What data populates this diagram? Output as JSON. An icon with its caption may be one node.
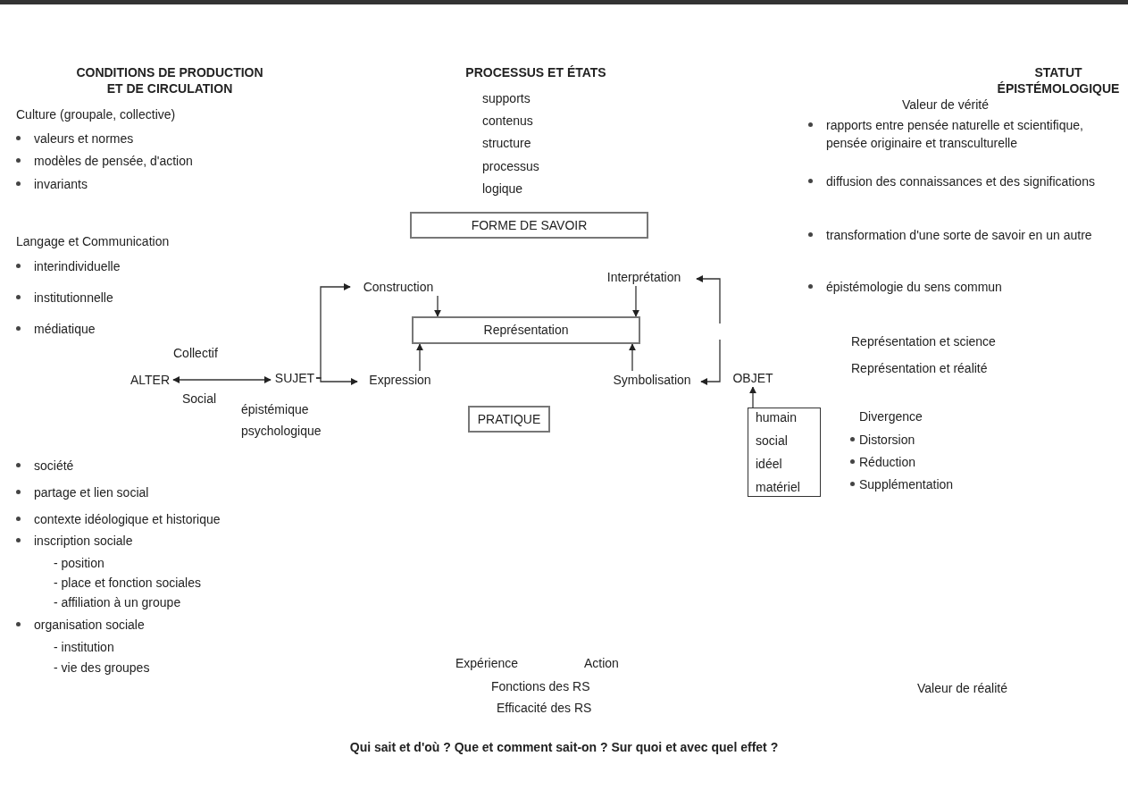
{
  "diagram": {
    "caption": "Qui sait et d'où ? Que et comment sait-on ? Sur quoi et avec quel effet ?",
    "nodes": [
      {
        "text": [
          "FORME DE SAVOIR"
        ]
      },
      {
        "text": [
          "Construction"
        ]
      },
      {
        "text": [
          "Interprétation"
        ]
      },
      {
        "text": [
          "Représentation"
        ]
      },
      {
        "text": [
          "Expression"
        ]
      },
      {
        "text": [
          "Symbolisation"
        ]
      },
      {
        "text": [
          "PRATIQUE"
        ]
      },
      {
        "text": [
          "ALTER"
        ]
      },
      {
        "text": [
          "SUJET"
        ]
      },
      {
        "text": [
          "OBJET"
        ]
      },
      {
        "text": [
          "humain",
          "social",
          "idéel",
          "matériel"
        ]
      }
    ],
    "edges": [
      {
        "from": 7,
        "to": 8,
        "arrow": "both"
      },
      {
        "from": 8,
        "to": 1,
        "arrow": "to"
      },
      {
        "from": 8,
        "to": 4,
        "arrow": "to"
      },
      {
        "from": 1,
        "to": 3,
        "arrow": "to"
      },
      {
        "from": 2,
        "to": 3,
        "arrow": "to"
      },
      {
        "from": 4,
        "to": 3,
        "arrow": "to"
      },
      {
        "from": 5,
        "to": 3,
        "arrow": "to"
      },
      {
        "from": null,
        "to": 2,
        "arrow": "to"
      },
      {
        "from": null,
        "to": 5,
        "arrow": "to"
      },
      {
        "from": 10,
        "to": 9,
        "arrow": "to"
      }
    ],
    "labels": [
      "CONDITIONS DE PRODUCTION ET DE CIRCULATION",
      "Culture (groupale, collective)",
      "valeurs et normes",
      "modèles de pensée, d'action",
      "invariants",
      "Langage et Communication",
      "interindividuelle",
      "institutionnelle",
      "médiatique",
      "Collectif",
      "Social",
      "épistémique",
      "psychologique",
      "société",
      "partage et lien social",
      "contexte idéologique et historique",
      "inscription sociale",
      "- position",
      "- place et fonction sociales",
      "- affiliation à un groupe",
      "organisation sociale",
      "- institution",
      "- vie des groupes",
      "PROCESSUS ET ÉTATS",
      "supports",
      "contenus",
      "structure",
      "processus",
      "logique",
      "Expérience",
      "Action",
      "Fonctions des RS",
      "Efficacité des RS",
      "STATUT ÉPISTÉMOLOGIQUE",
      "Valeur de vérité",
      "rapports entre pensée naturelle et scientifique, pensée originaire et transculturelle",
      "diffusion des connaissances  et des significations",
      "transformation d'une sorte de savoir en un autre",
      "épistémologie du sens commun",
      "Représentation  et science",
      "Représentation  et réalité",
      "Divergence",
      "Distorsion",
      "Réduction",
      "Supplémentation",
      "Valeur de réalité"
    ]
  }
}
